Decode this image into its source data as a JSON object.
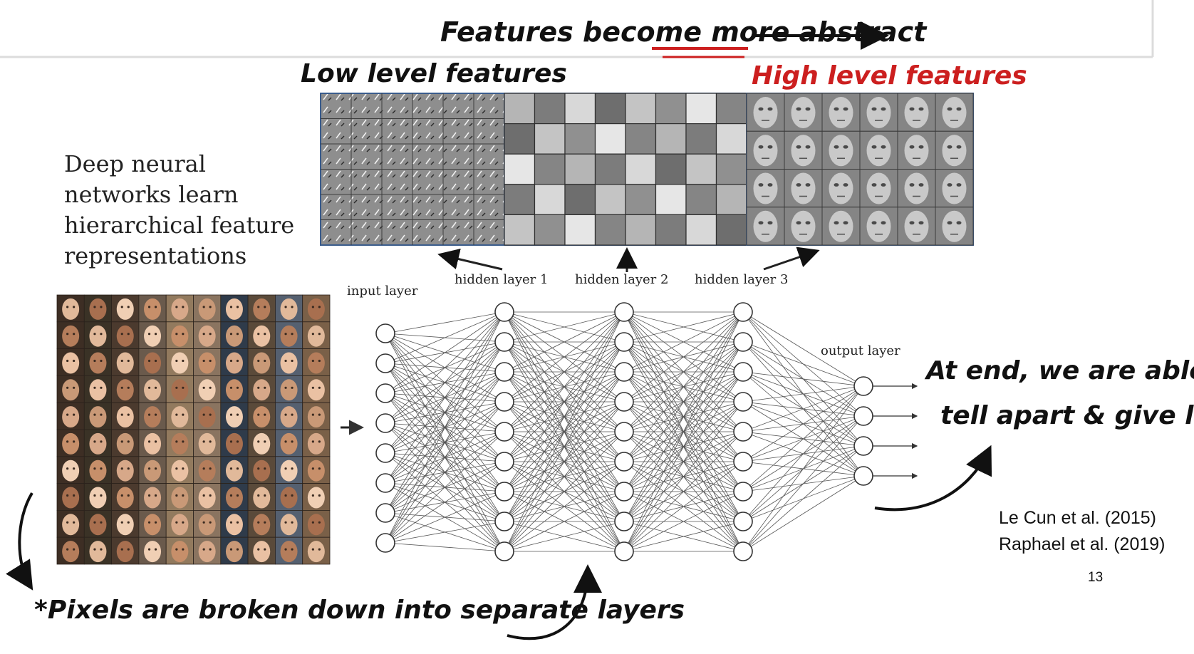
{
  "slide": {
    "title_text": "Deep neural networks learn hierarchical feature representations",
    "title_lines": [
      "Deep neural",
      "networks learn",
      "hierarchical feature",
      "representations"
    ],
    "page_number": "13",
    "citations": [
      "Le Cun et al. (2015)",
      "Raphael et al. (2019)"
    ]
  },
  "annotations": {
    "top": "Features become more abstract",
    "low_level": "Low level features",
    "high_level": "High level features",
    "output_note_line1": "At end, we are able to",
    "output_note_line2": "tell apart & give labels",
    "bottom_note": "*Pixels are broken down into separate layers",
    "ink_color": "#111111",
    "highlight_color": "#cc1f1f"
  },
  "network": {
    "input_label": "input layer",
    "hidden_labels": [
      "hidden layer 1",
      "hidden layer 2",
      "hidden layer 3"
    ],
    "output_label": "output layer",
    "layer_sizes": [
      8,
      9,
      9,
      9,
      4
    ]
  }
}
